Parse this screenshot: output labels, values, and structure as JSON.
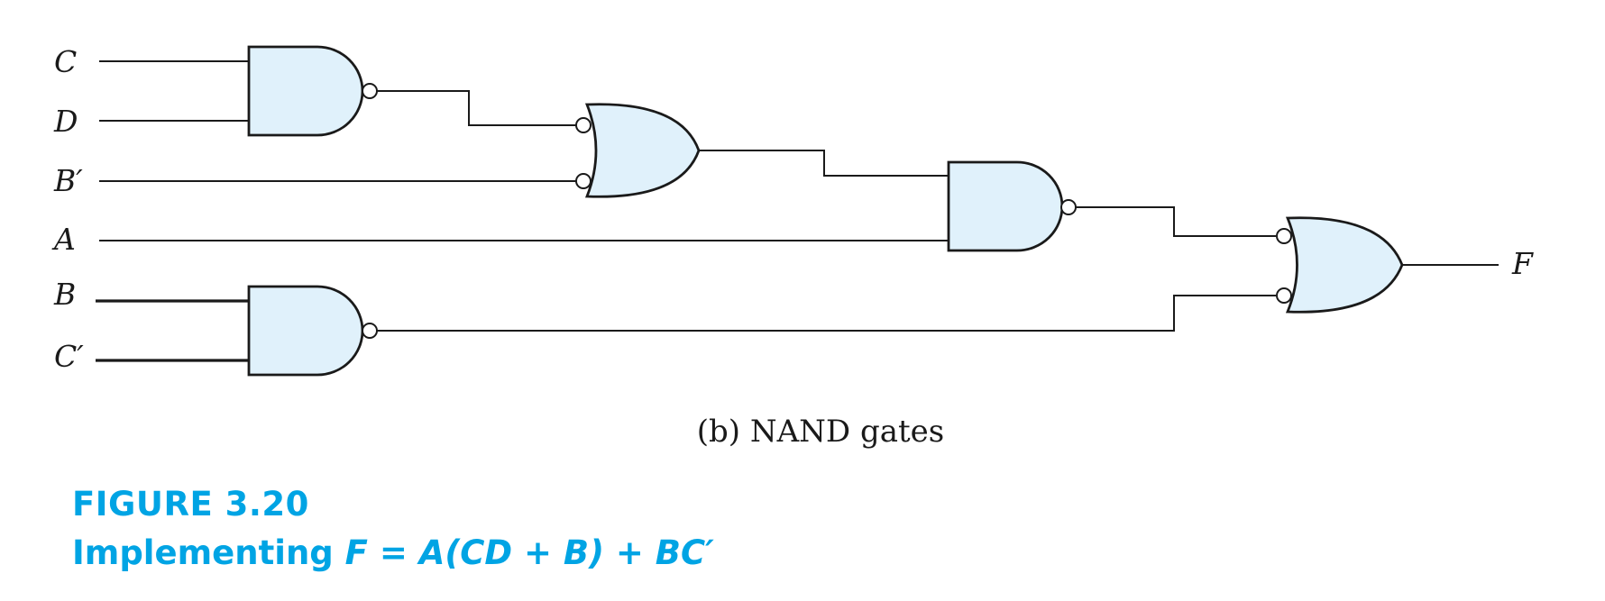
{
  "inputs": {
    "c": "C",
    "d": "D",
    "b_prime": "B′",
    "a": "A",
    "b": "B",
    "c_prime": "C′"
  },
  "output": "F",
  "subcaption": "(b) NAND gates",
  "figure": {
    "label": "FIGURE 3.20",
    "title_prefix": "Implementing ",
    "title_equation": "F = A(CD + B) + BC′"
  }
}
